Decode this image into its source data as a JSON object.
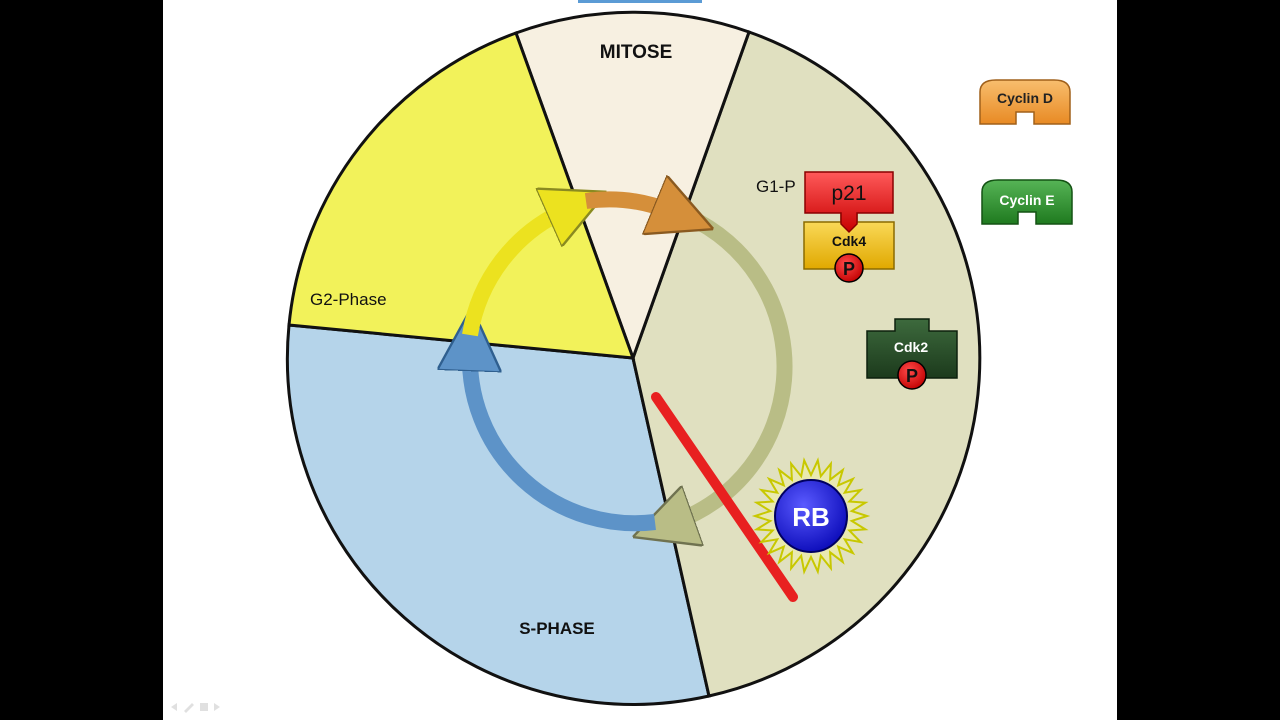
{
  "diagram": {
    "phases": {
      "mitose": "MITOSE",
      "g1": "G1-P",
      "g2": "G2-Phase",
      "s": "S-PHASE"
    },
    "proteins": {
      "p21": "p21",
      "cdk4": "Cdk4",
      "cdk2": "Cdk2",
      "phospho": "P",
      "rb": "RB",
      "cyclin_d": "Cyclin D",
      "cyclin_e": "Cyclin E"
    },
    "colors": {
      "mitose": "#f7f0e1",
      "g1": "#e0e0c0",
      "g2": "#f2f25a",
      "s": "#b5d4ea",
      "arrow_yellow": "#ece21f",
      "arrow_orange": "#d58f3a",
      "arrow_olive": "#b9bd86",
      "arrow_blue": "#5d93c8",
      "p21": "#ee1c1c",
      "cdk4": "#f2c200",
      "cdk2": "#2b4f2b",
      "rb": "#1212e0",
      "cyclin_d": "#ee9a3a",
      "cyclin_e": "#2f8f2f",
      "inhibitor_bar": "#e82020"
    }
  }
}
